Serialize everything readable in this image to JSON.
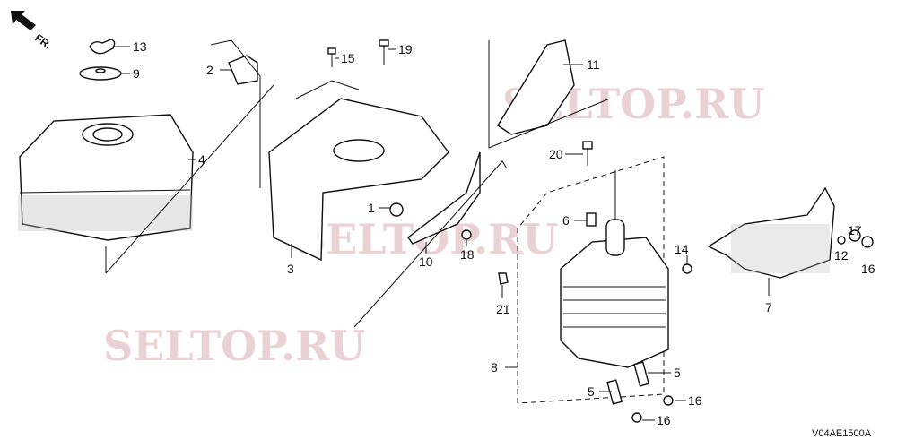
{
  "diagram": {
    "direction_marker": "FR.",
    "drawing_code": "V04AE1500A",
    "watermark": "SELTOP.RU",
    "callouts": [
      "13",
      "9",
      "2",
      "15",
      "19",
      "11",
      "4",
      "20",
      "1",
      "6",
      "18",
      "10",
      "3",
      "14",
      "17",
      "12",
      "16",
      "7",
      "21",
      "8",
      "5",
      "5",
      "16",
      "16"
    ]
  }
}
